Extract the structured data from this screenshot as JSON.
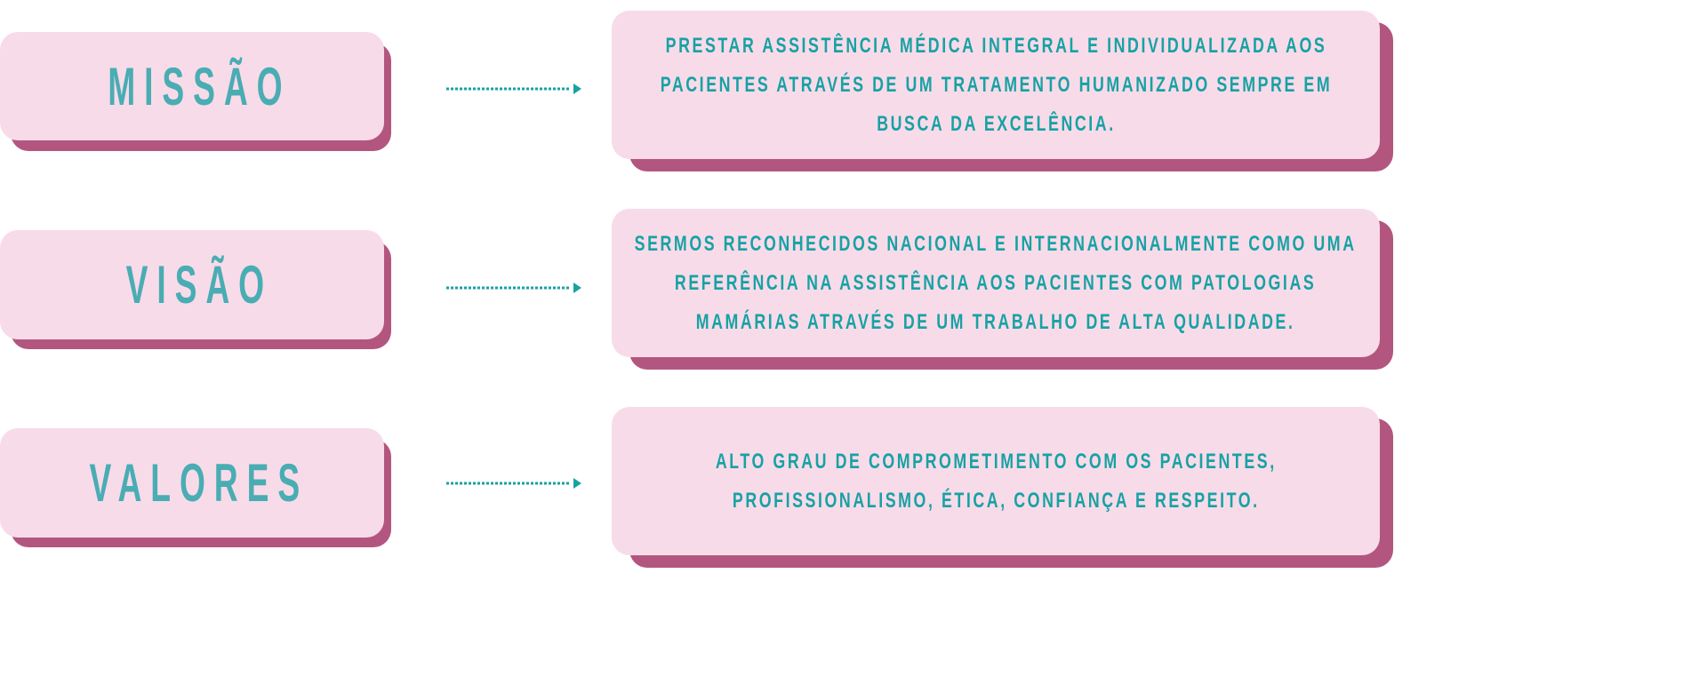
{
  "colors": {
    "box": "#f8dbe9",
    "shadow": "#b3567f",
    "title": "#49adb3",
    "text": "#17a2a4"
  },
  "rows": [
    {
      "title": "MISSÃO",
      "lines": [
        "PRESTAR ASSISTÊNCIA MÉDICA INTEGRAL E INDIVIDUALIZADA AOS",
        "PACIENTES ATRAVÉS DE UM TRATAMENTO HUMANIZADO SEMPRE EM",
        "BUSCA DA EXCELÊNCIA."
      ]
    },
    {
      "title": "VISÃO",
      "lines": [
        "SERMOS RECONHECIDOS NACIONAL E INTERNACIONALMENTE COMO UMA",
        "REFERÊNCIA NA ASSISTÊNCIA AOS PACIENTES COM PATOLOGIAS",
        "MAMÁRIAS ATRAVÉS DE UM TRABALHO DE ALTA QUALIDADE."
      ]
    },
    {
      "title": "VALORES",
      "lines": [
        "ALTO GRAU DE COMPROMETIMENTO COM OS PACIENTES,",
        "PROFISSIONALISMO, ÉTICA, CONFIANÇA E RESPEITO."
      ]
    }
  ]
}
